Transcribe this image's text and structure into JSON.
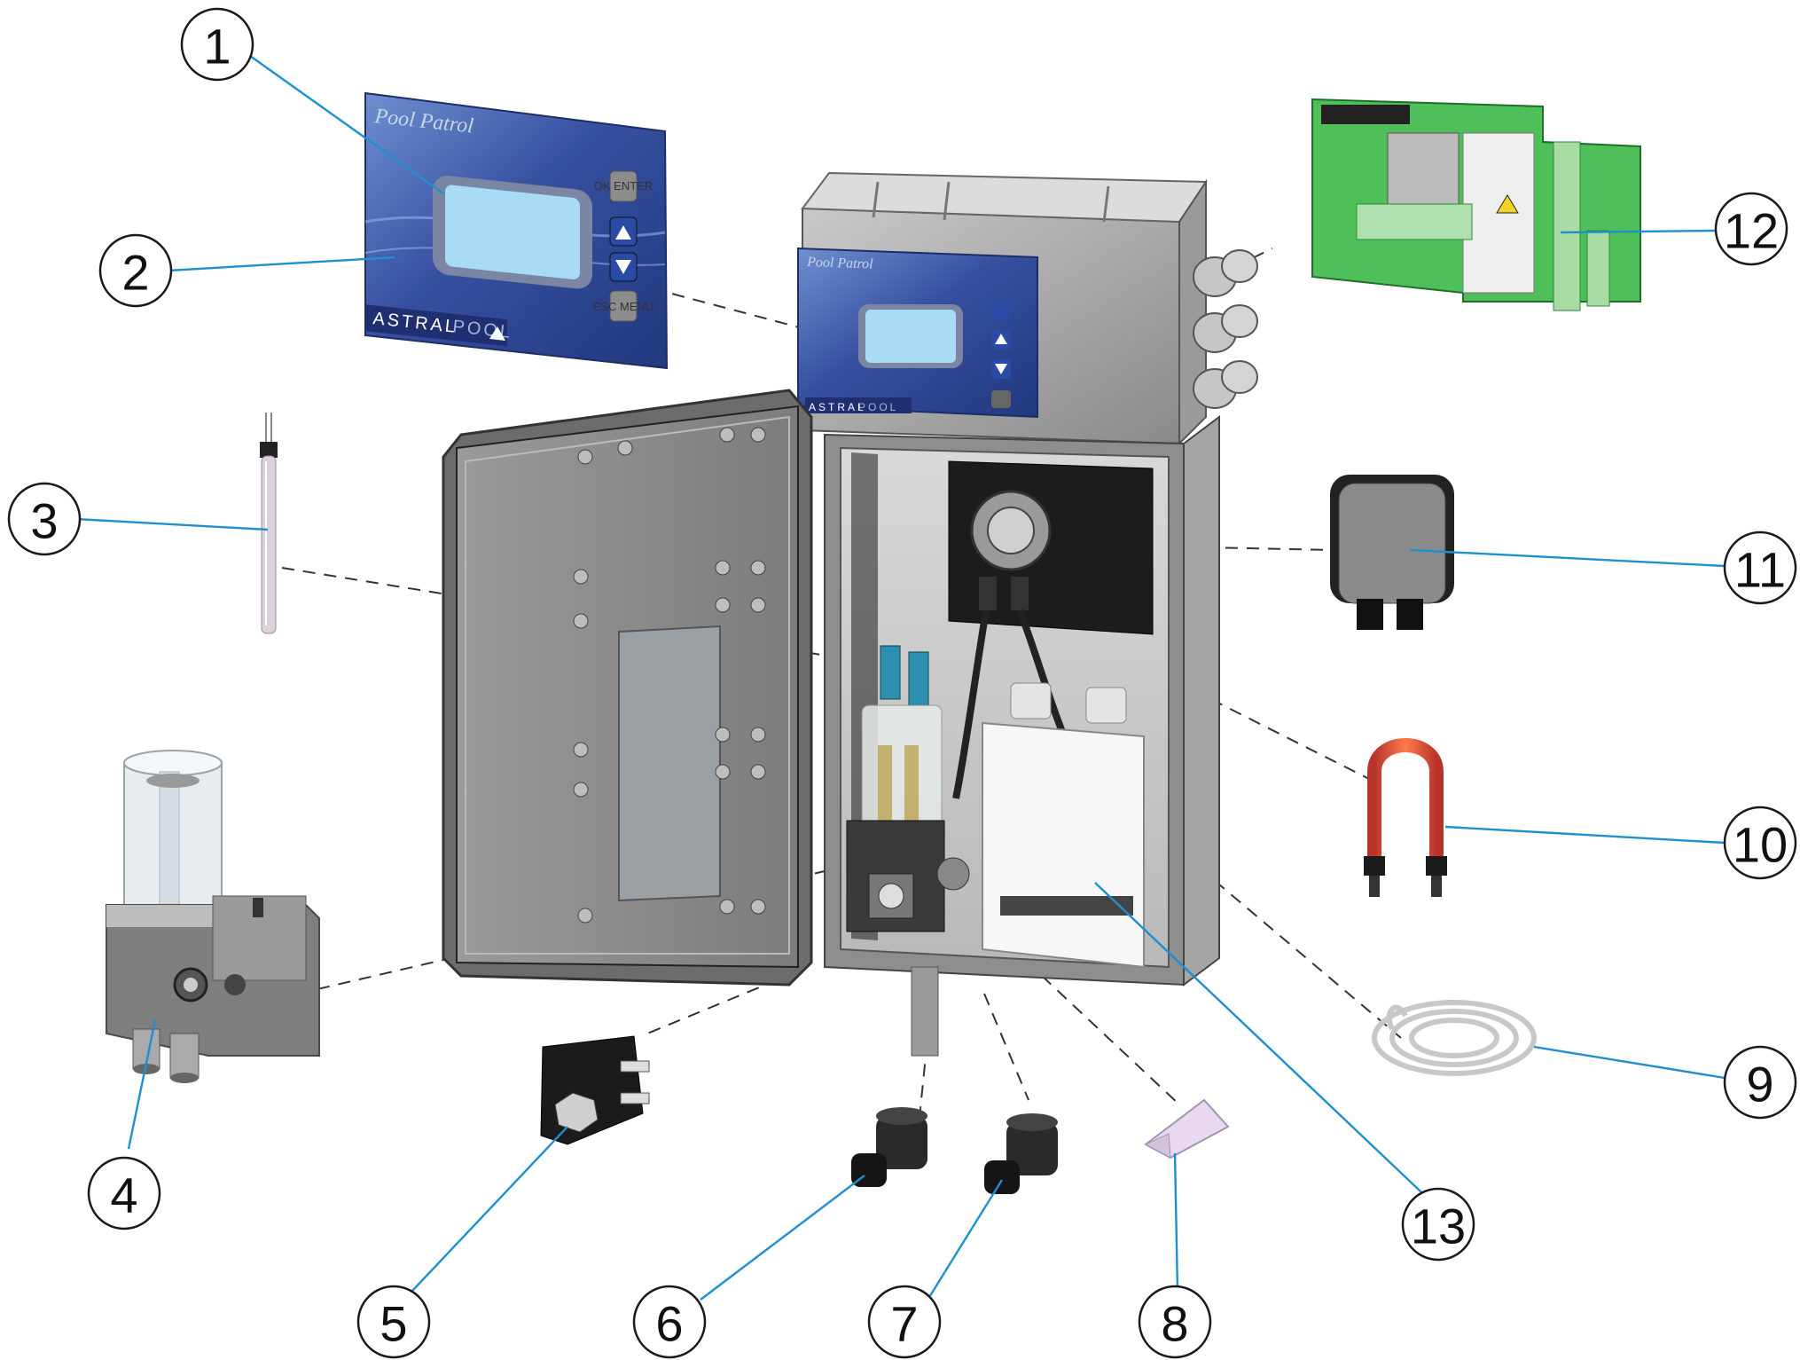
{
  "panel_brand": {
    "title": "Pool Patrol",
    "brand_left": "ASTRAL",
    "brand_right": "POOL",
    "btn_top": "OK ENTER",
    "btn_bottom": "ESC MENU"
  },
  "callouts": [
    "1",
    "2",
    "3",
    "4",
    "5",
    "6",
    "7",
    "8",
    "9",
    "10",
    "11",
    "12",
    "13"
  ],
  "colors": {
    "leader": "#1f8fd0",
    "panel_blue": "#3a5aa8",
    "lcd": "#a8dcf4",
    "pcb": "#4fbf5a",
    "tube_red": "#d84a20"
  }
}
